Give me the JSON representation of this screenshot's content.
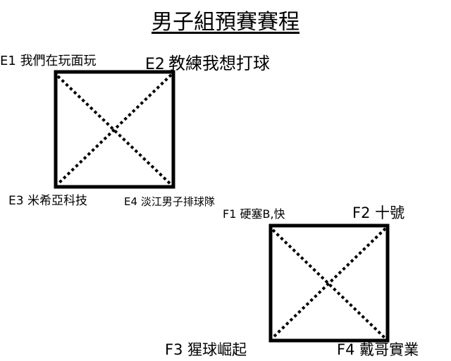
{
  "title": "男子組預賽賽程",
  "group_e": {
    "e1": {
      "code": "E1",
      "name": "我們在玩面玩"
    },
    "e2": {
      "code": "E2",
      "name": "教練我想打球"
    },
    "e3": {
      "code": "E3",
      "name": "米希亞科技"
    },
    "e4": {
      "code": "E4",
      "name": "淡江男子排球隊"
    }
  },
  "group_f": {
    "f1": {
      "code": "F1",
      "name": "硬塞B,快"
    },
    "f2": {
      "code": "F2",
      "name": "十號"
    },
    "f3": {
      "code": "F3",
      "name": "猩球崛起"
    },
    "f4": {
      "code": "F4",
      "name": "戴哥實業"
    }
  },
  "colors": {
    "line": "#000000",
    "background": "#ffffff"
  }
}
